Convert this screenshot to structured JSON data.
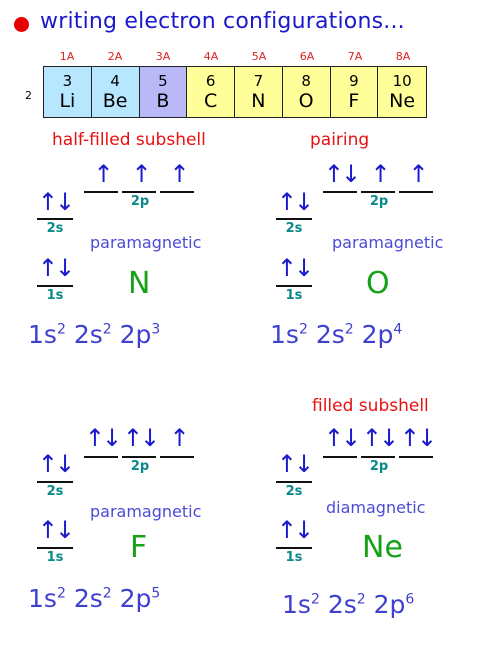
{
  "title": "writing electron configurations...",
  "period_label": "2",
  "groups": [
    "1A",
    "2A",
    "3A",
    "4A",
    "5A",
    "6A",
    "7A",
    "8A"
  ],
  "elements": [
    {
      "num": "3",
      "sym": "Li",
      "color": "#b7e6ff"
    },
    {
      "num": "4",
      "sym": "Be",
      "color": "#b7e6ff"
    },
    {
      "num": "5",
      "sym": "B",
      "color": "#b9b9f8"
    },
    {
      "num": "6",
      "sym": "C",
      "color": "#ffff99"
    },
    {
      "num": "7",
      "sym": "N",
      "color": "#ffff99"
    },
    {
      "num": "8",
      "sym": "O",
      "color": "#ffff99"
    },
    {
      "num": "9",
      "sym": "F",
      "color": "#ffff99"
    },
    {
      "num": "10",
      "sym": "Ne",
      "color": "#ffff99"
    }
  ],
  "panels": {
    "n": {
      "note": "half-filled subshell",
      "s2": "↑↓",
      "p": [
        "↑",
        "↑",
        "↑"
      ],
      "label2s": "2s",
      "label2p": "2p",
      "s1": "↑↓",
      "label1s": "1s",
      "magnetism": "paramagnetic",
      "element": "N",
      "cfg": {
        "a": "1s",
        "a_sup": "2",
        "b": "2s",
        "b_sup": "2",
        "c": "2p",
        "c_sup": "3"
      }
    },
    "o": {
      "note": "pairing",
      "s2": "↑↓",
      "p": [
        "↑↓",
        "↑",
        "↑"
      ],
      "label2s": "2s",
      "label2p": "2p",
      "s1": "↑↓",
      "label1s": "1s",
      "magnetism": "paramagnetic",
      "element": "O",
      "cfg": {
        "a": "1s",
        "a_sup": "2",
        "b": "2s",
        "b_sup": "2",
        "c": "2p",
        "c_sup": "4"
      }
    },
    "f": {
      "s2": "↑↓",
      "p": [
        "↑↓",
        "↑↓",
        "↑"
      ],
      "label2s": "2s",
      "label2p": "2p",
      "s1": "↑↓",
      "label1s": "1s",
      "magnetism": "paramagnetic",
      "element": "F",
      "cfg": {
        "a": "1s",
        "a_sup": "2",
        "b": "2s",
        "b_sup": "2",
        "c": "2p",
        "c_sup": "5"
      }
    },
    "ne": {
      "note": "filled subshell",
      "s2": "↑↓",
      "p": [
        "↑↓",
        "↑↓",
        "↑↓"
      ],
      "label2s": "2s",
      "label2p": "2p",
      "s1": "↑↓",
      "label1s": "1s",
      "magnetism": "diamagnetic",
      "element": "Ne",
      "cfg": {
        "a": "1s",
        "a_sup": "2",
        "b": "2s",
        "b_sup": "2",
        "c": "2p",
        "c_sup": "6"
      }
    }
  }
}
